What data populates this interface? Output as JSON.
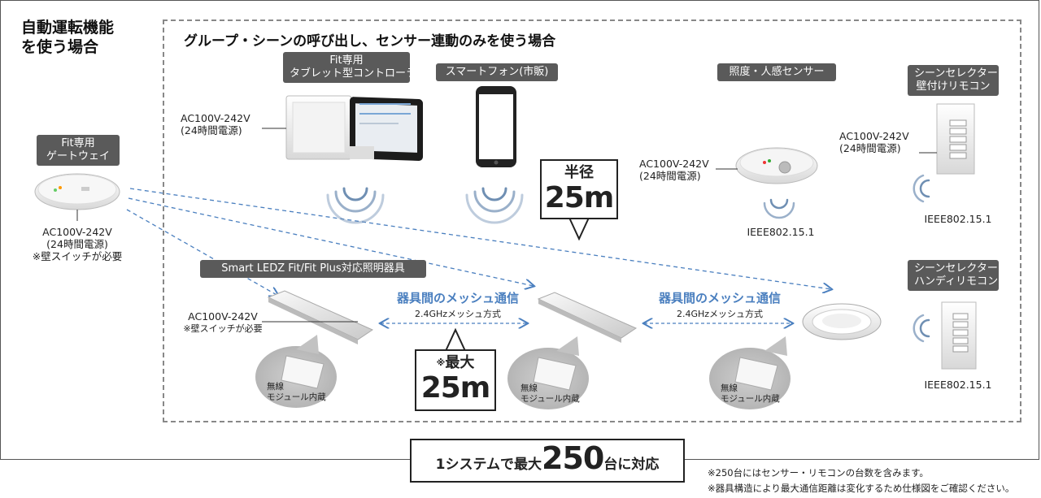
{
  "left_title": [
    "自動運転機能",
    "を使う場合"
  ],
  "group_title": "グループ・シーンの呼び出し、センサー連動のみを使う場合",
  "gateway": {
    "label": [
      "Fit専用",
      "ゲートウェイ"
    ],
    "spec": [
      "AC100V-242V",
      "(24時間電源)",
      "※壁スイッチが必要"
    ]
  },
  "tablet": {
    "label": [
      "Fit専用",
      "タブレット型コントローラ"
    ],
    "spec": [
      "AC100V-242V",
      "(24時間電源)"
    ]
  },
  "smartphone": {
    "label": "スマートフォン(市販)"
  },
  "sensor": {
    "label": "照度・人感センサー",
    "spec": [
      "AC100V-242V",
      "(24時間電源)"
    ],
    "protocol": "IEEE802.15.1"
  },
  "wall_remote": {
    "label": [
      "シーンセレクター",
      "壁付けリモコン"
    ],
    "spec": [
      "AC100V-242V",
      "(24時間電源)"
    ],
    "protocol": "IEEE802.15.1"
  },
  "handy_remote": {
    "label": [
      "シーンセレクター",
      "ハンディリモコン"
    ],
    "protocol": "IEEE802.15.1"
  },
  "fixtures": {
    "label": "Smart LEDZ Fit/Fit Plus対応照明器具",
    "spec": [
      "AC100V-242V",
      "※壁スイッチが必要"
    ],
    "module_label": [
      "無線",
      "モジュール内蔵"
    ]
  },
  "mesh": {
    "title": "器具間のメッシュ通信",
    "sub": "2.4GHzメッシュ方式"
  },
  "radius_callout": {
    "line1": "半径",
    "line2": "25m"
  },
  "max_callout": {
    "prefix": "※",
    "line1": "最大",
    "line2": "25m"
  },
  "system_box": {
    "pre": "1システムで最大",
    "num": "250",
    "post": "台に対応"
  },
  "footnotes": [
    "※250台にはセンサー・リモコンの台数を含みます。",
    "※器具構造により最大通信距離は変化するため仕様図をご確認ください。"
  ],
  "colors": {
    "accent_blue": "#4a7fbf",
    "pill_gray": "#5a5a5a",
    "dash_gray": "#888888"
  }
}
